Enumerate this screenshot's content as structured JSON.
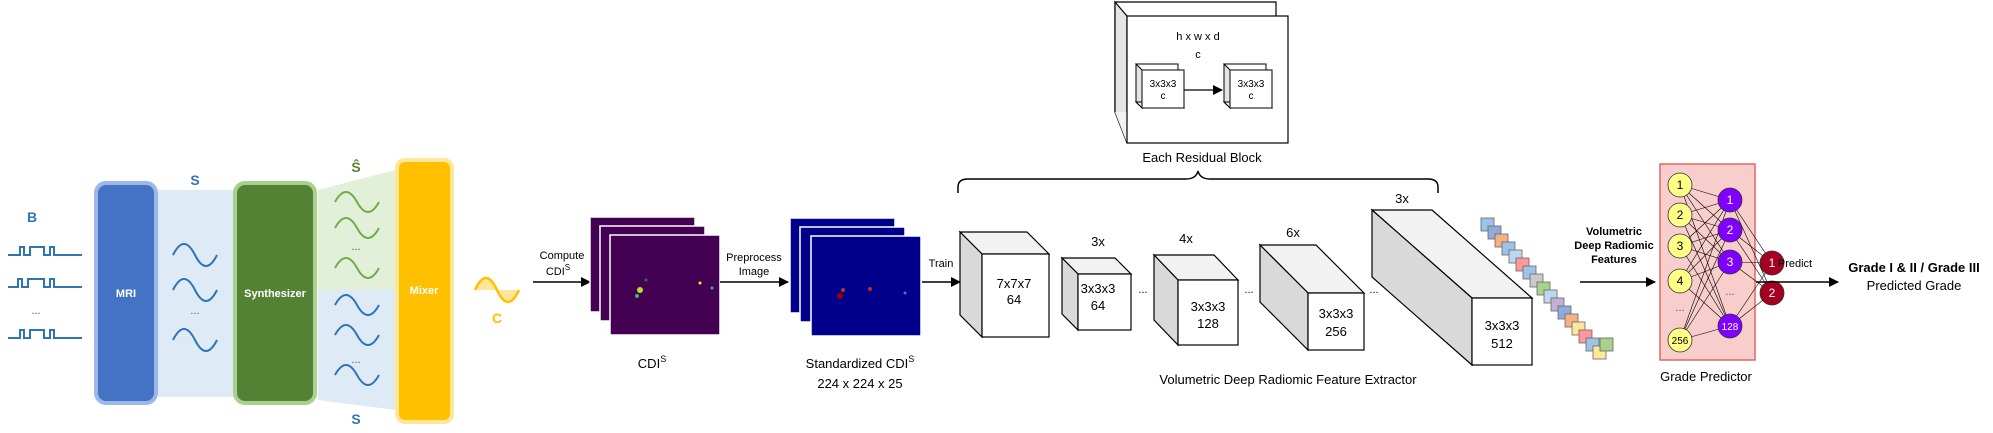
{
  "signals": {
    "b_label": "B",
    "s_label": "S",
    "s_hat_label": "Ŝ",
    "s_bottom_label": "S",
    "c_label": "C",
    "dots": "..."
  },
  "blocks": {
    "mri": "MRI",
    "synthesizer": "Synthesizer",
    "mixer": "Mixer"
  },
  "cdi": {
    "compute_label_1": "Compute",
    "compute_label_2": "CDI",
    "compute_sup": "S",
    "cdi_caption": "CDI",
    "cdi_caption_sup": "S",
    "preprocess_1": "Preprocess",
    "preprocess_2": "Image",
    "std_caption": "Standardized CDI",
    "std_caption_sup": "S",
    "std_dims": "224 x 224 x 25",
    "train": "Train"
  },
  "residual": {
    "header": "h x w x d",
    "header_c": "c",
    "left_box_1": "3x3x3",
    "left_box_2": "c",
    "right_box_1": "3x3x3",
    "right_box_2": "c",
    "caption": "Each Residual Block"
  },
  "extractor": {
    "conv1_1": "7x7x7",
    "conv1_2": "64",
    "stage1_rep": "3x",
    "stage1_1": "3x3x3",
    "stage1_2": "64",
    "stage2_rep": "4x",
    "stage2_1": "3x3x3",
    "stage2_2": "128",
    "stage3_rep": "6x",
    "stage3_1": "3x3x3",
    "stage3_2": "256",
    "stage4_rep": "3x",
    "stage4_1": "3x3x3",
    "stage4_2": "512",
    "ellipsis": "...",
    "caption": "Volumetric Deep Radiomic Feature Extractor"
  },
  "features": {
    "label_1": "Volumetric",
    "label_2": "Deep Radiomic",
    "label_3": "Features"
  },
  "predictor": {
    "input_nodes": [
      "1",
      "2",
      "3",
      "4",
      "...",
      "256"
    ],
    "hidden_nodes": [
      "1",
      "2",
      "3",
      "...",
      "128"
    ],
    "output_nodes": [
      "1",
      "2"
    ],
    "caption": "Grade Predictor",
    "predict": "Predict",
    "result_bold": "Grade I & II / Grade III",
    "result_sub": "Predicted Grade"
  },
  "colors": {
    "mri": "#4472C4",
    "synth": "#548235",
    "mixer": "#FFC000",
    "wave_blue": "#2E75B6",
    "wave_green": "#70AD47",
    "input_node": "#FFFF88",
    "hidden_node": "#7F00FF",
    "output_node": "#A50021",
    "predictor_bg": "#F8CECC",
    "predictor_border": "#E06666"
  }
}
